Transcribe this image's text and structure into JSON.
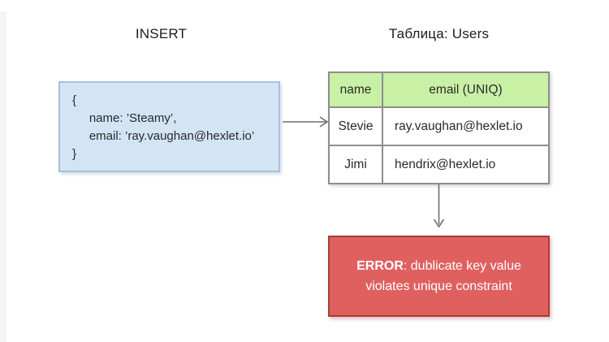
{
  "titles": {
    "insert": "INSERT",
    "table": "Таблица: Users"
  },
  "insert_box": {
    "code": "{\n     name: ’Steamy’,\n     email: ’ray.vaughan@hexlet.io’\n}",
    "fill": "#d3e4f5",
    "border": "#a7bfdc"
  },
  "users_table": {
    "headers": [
      "name",
      "email (UNIQ)"
    ],
    "rows": [
      [
        "Stevie",
        "ray.vaughan@hexlet.io"
      ],
      [
        "Jimi",
        "hendrix@hexlet.io"
      ]
    ],
    "header_fill": "#c9f1a6",
    "border_color": "#8d8d8d"
  },
  "error_box": {
    "prefix": "ERROR",
    "message": ": dublicate key value violates unique constraint",
    "fill": "#e06060",
    "border": "#a93b38",
    "text_color": "#ffffff"
  },
  "arrows": {
    "color": "#6e6e6e"
  }
}
